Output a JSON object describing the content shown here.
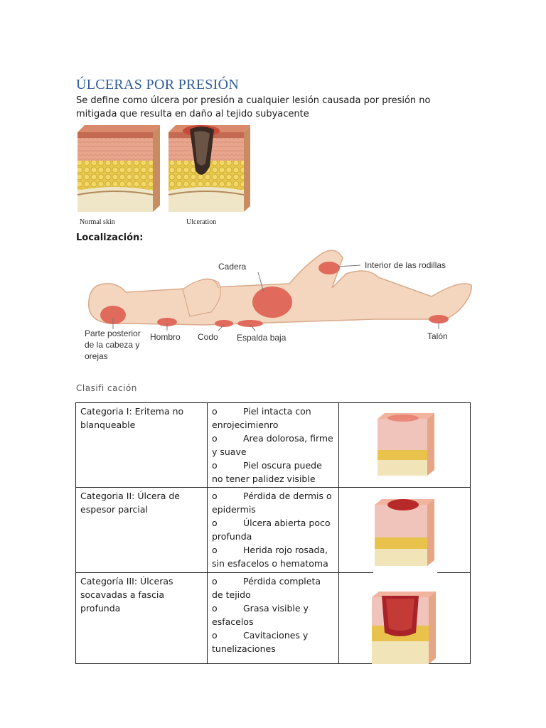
{
  "title": "ÚLCERAS POR PRESIÓN",
  "intro": "Se define como úlcera por presión a cualquier lesión causada por presión no mitigada que resulta en daño al tejido subyacente",
  "skin_figure": {
    "normal_caption": "Normal skin",
    "ulcer_caption": "Ulceration"
  },
  "localizacion": {
    "heading": "Localización:",
    "labels": {
      "cadera": "Cadera",
      "rodillas": "Interior de las rodillas",
      "cabeza_1": "Parte posterior",
      "cabeza_2": "de la cabeza y",
      "cabeza_3": "orejas",
      "hombro": "Hombro",
      "codo": "Codo",
      "espalda": "Espalda baja",
      "talon": "Talón"
    }
  },
  "clasificacion": {
    "heading": "Clasifi cación",
    "bullet_marker": "o",
    "rows": [
      {
        "category": "Categoria I: Eritema no blanqueable",
        "items": [
          "Piel intacta con enrojecimienro",
          "Area dolorosa, firme y suave",
          "Piel oscura puede no tener palidez visible"
        ]
      },
      {
        "category": "Categoria II: Úlcera de espesor parcial",
        "items": [
          "Pérdida de dermis o epidermis",
          "Úlcera abierta poco profunda",
          "Herida rojo rosada, sin esfacelos o hematoma"
        ]
      },
      {
        "category": "Categoría III: Úlceras socavadas a fascia profunda",
        "items": [
          "Pérdida completa de tejido",
          "Grasa visible y esfacelos",
          "Cavitaciones y tunelizaciones"
        ]
      }
    ]
  }
}
